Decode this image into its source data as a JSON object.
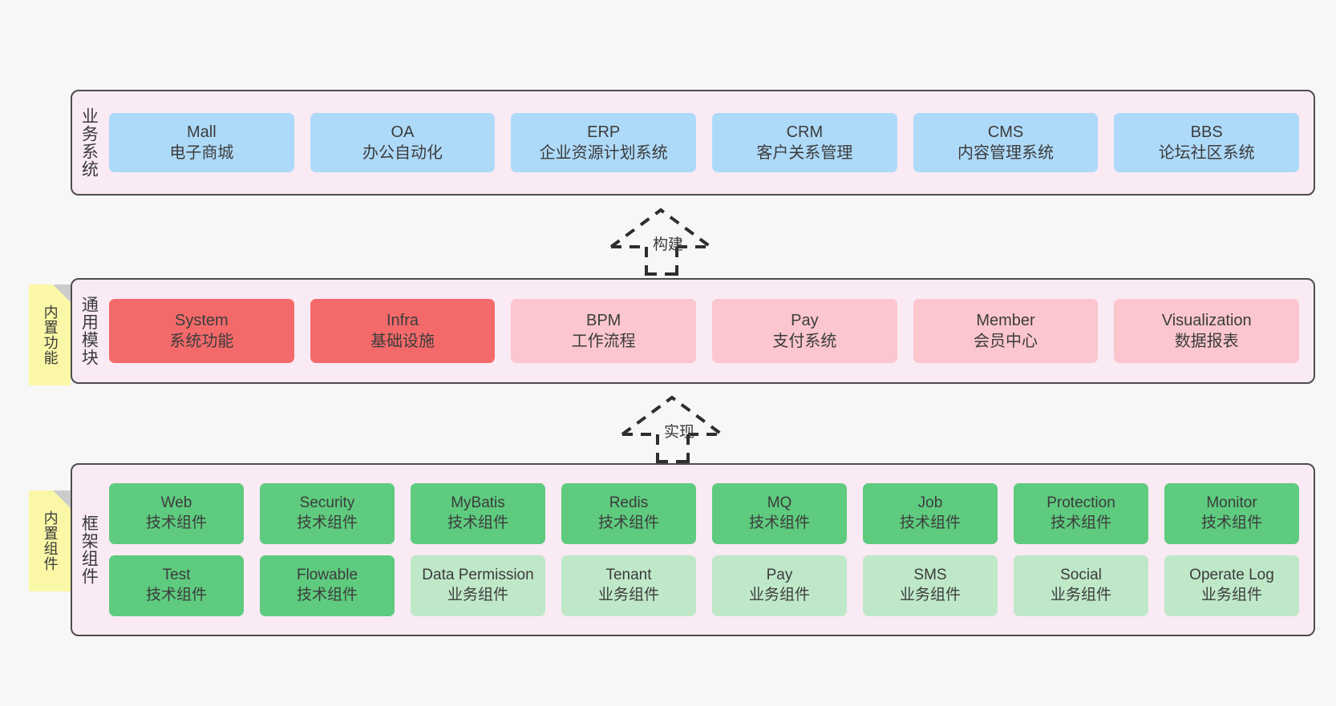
{
  "diagram": {
    "background": "#f7f7f7",
    "layers": [
      {
        "id": "business",
        "title": "业务系统",
        "accent": "#aedaf9",
        "rows": [
          [
            {
              "en": "Mall",
              "cn": "电子商城"
            },
            {
              "en": "OA",
              "cn": "办公自动化"
            },
            {
              "en": "ERP",
              "cn": "企业资源计划系统"
            },
            {
              "en": "CRM",
              "cn": "客户关系管理"
            },
            {
              "en": "CMS",
              "cn": "内容管理系统"
            },
            {
              "en": "BBS",
              "cn": "论坛社区系统"
            }
          ]
        ]
      },
      {
        "id": "common",
        "title": "通用模块",
        "accent": "#f46a6a",
        "accent_soft": "#fbc6ce",
        "rows": [
          [
            {
              "en": "System",
              "cn": "系统功能",
              "style": "strong"
            },
            {
              "en": "Infra",
              "cn": "基础设施",
              "style": "strong"
            },
            {
              "en": "BPM",
              "cn": "工作流程",
              "style": "soft"
            },
            {
              "en": "Pay",
              "cn": "支付系统",
              "style": "soft"
            },
            {
              "en": "Member",
              "cn": "会员中心",
              "style": "soft"
            },
            {
              "en": "Visualization",
              "cn": "数据报表",
              "style": "soft"
            }
          ]
        ]
      },
      {
        "id": "framework",
        "title": "框架组件",
        "accent": "#5ecb7f",
        "accent_soft": "#bfe8c8",
        "rows": [
          [
            {
              "en": "Web",
              "cn": "技术组件",
              "style": "tech"
            },
            {
              "en": "Security",
              "cn": "技术组件",
              "style": "tech"
            },
            {
              "en": "MyBatis",
              "cn": "技术组件",
              "style": "tech"
            },
            {
              "en": "Redis",
              "cn": "技术组件",
              "style": "tech"
            },
            {
              "en": "MQ",
              "cn": "技术组件",
              "style": "tech"
            },
            {
              "en": "Job",
              "cn": "技术组件",
              "style": "tech"
            },
            {
              "en": "Protection",
              "cn": "技术组件",
              "style": "tech"
            },
            {
              "en": "Monitor",
              "cn": "技术组件",
              "style": "tech"
            }
          ],
          [
            {
              "en": "Test",
              "cn": "技术组件",
              "style": "tech"
            },
            {
              "en": "Flowable",
              "cn": "技术组件",
              "style": "tech"
            },
            {
              "en": "Data Permission",
              "cn": "业务组件",
              "style": "biz"
            },
            {
              "en": "Tenant",
              "cn": "业务组件",
              "style": "biz"
            },
            {
              "en": "Pay",
              "cn": "业务组件",
              "style": "biz"
            },
            {
              "en": "SMS",
              "cn": "业务组件",
              "style": "biz"
            },
            {
              "en": "Social",
              "cn": "业务组件",
              "style": "biz"
            },
            {
              "en": "Operate Log",
              "cn": "业务组件",
              "style": "biz"
            }
          ]
        ]
      }
    ],
    "notes": [
      {
        "id": "note-common",
        "text": "内置功能",
        "color": "#faf8a6"
      },
      {
        "id": "note-framework",
        "text": "内置组件",
        "color": "#faf8a6"
      }
    ],
    "arrows": [
      {
        "id": "arrow-build",
        "label": "构建",
        "style": "dashed-generalization"
      },
      {
        "id": "arrow-implement",
        "label": "实现",
        "style": "dashed-generalization"
      }
    ]
  }
}
